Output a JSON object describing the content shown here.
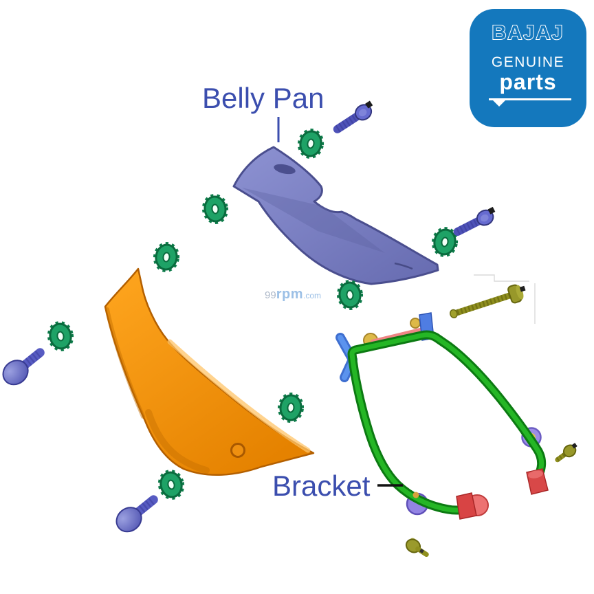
{
  "logo": {
    "brand": "BAJAJ",
    "genuine": "GENUINE",
    "parts": "parts",
    "bg_color": "#1478BD",
    "fg_color": "#FFFFFF"
  },
  "labels": {
    "belly_pan": "Belly Pan",
    "bracket": "Bracket",
    "label_color": "#3B4EAE"
  },
  "watermark": {
    "num": "99",
    "rpm": "rpm",
    "dotcom": ".com"
  },
  "parts": {
    "belly_pan_upper": {
      "label": "Belly Pan",
      "color": "#7A7FC4"
    },
    "belly_pan_lower": {
      "label": "Belly Pan (colour variant)",
      "color": "#F59300"
    },
    "bracket": {
      "label": "Bracket",
      "color": "#1FA51F"
    },
    "grommet_nuts": {
      "count": 8,
      "color": "#1EA266"
    },
    "hex_bolts_blue": {
      "count": 2,
      "color": "#5A5EC6"
    },
    "dome_bolts_blue": {
      "count": 2,
      "color": "#5A5EC6"
    },
    "bolts_olive": {
      "count": 3,
      "color": "#8F8F1F"
    }
  }
}
